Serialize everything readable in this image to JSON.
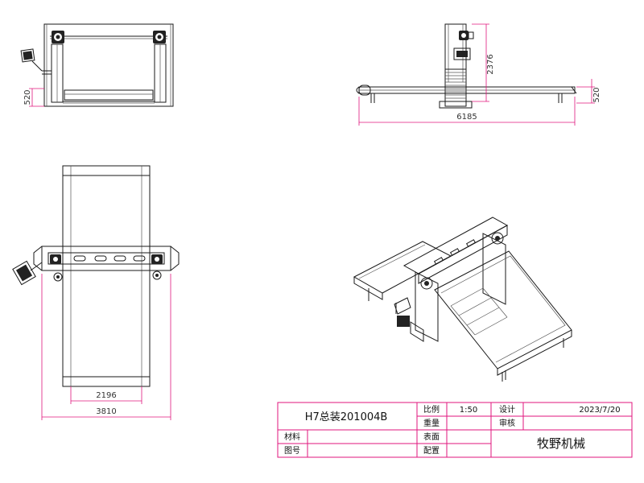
{
  "dimensions": {
    "front_height": "520",
    "side_height": "2376",
    "side_base": "520",
    "side_width": "6185",
    "top_inner": "2196",
    "top_outer": "3810"
  },
  "title_block": {
    "drawing_title": "H7总装201004B",
    "scale_label": "比例",
    "scale_value": "1:50",
    "design_label": "设计",
    "date_value": "2023/7/20",
    "weight_label": "重量",
    "review_label": "审核",
    "material_label": "材料",
    "surface_label": "表面",
    "company": "牧野机械",
    "drawing_no_label": "图号",
    "config_label": "配置"
  }
}
